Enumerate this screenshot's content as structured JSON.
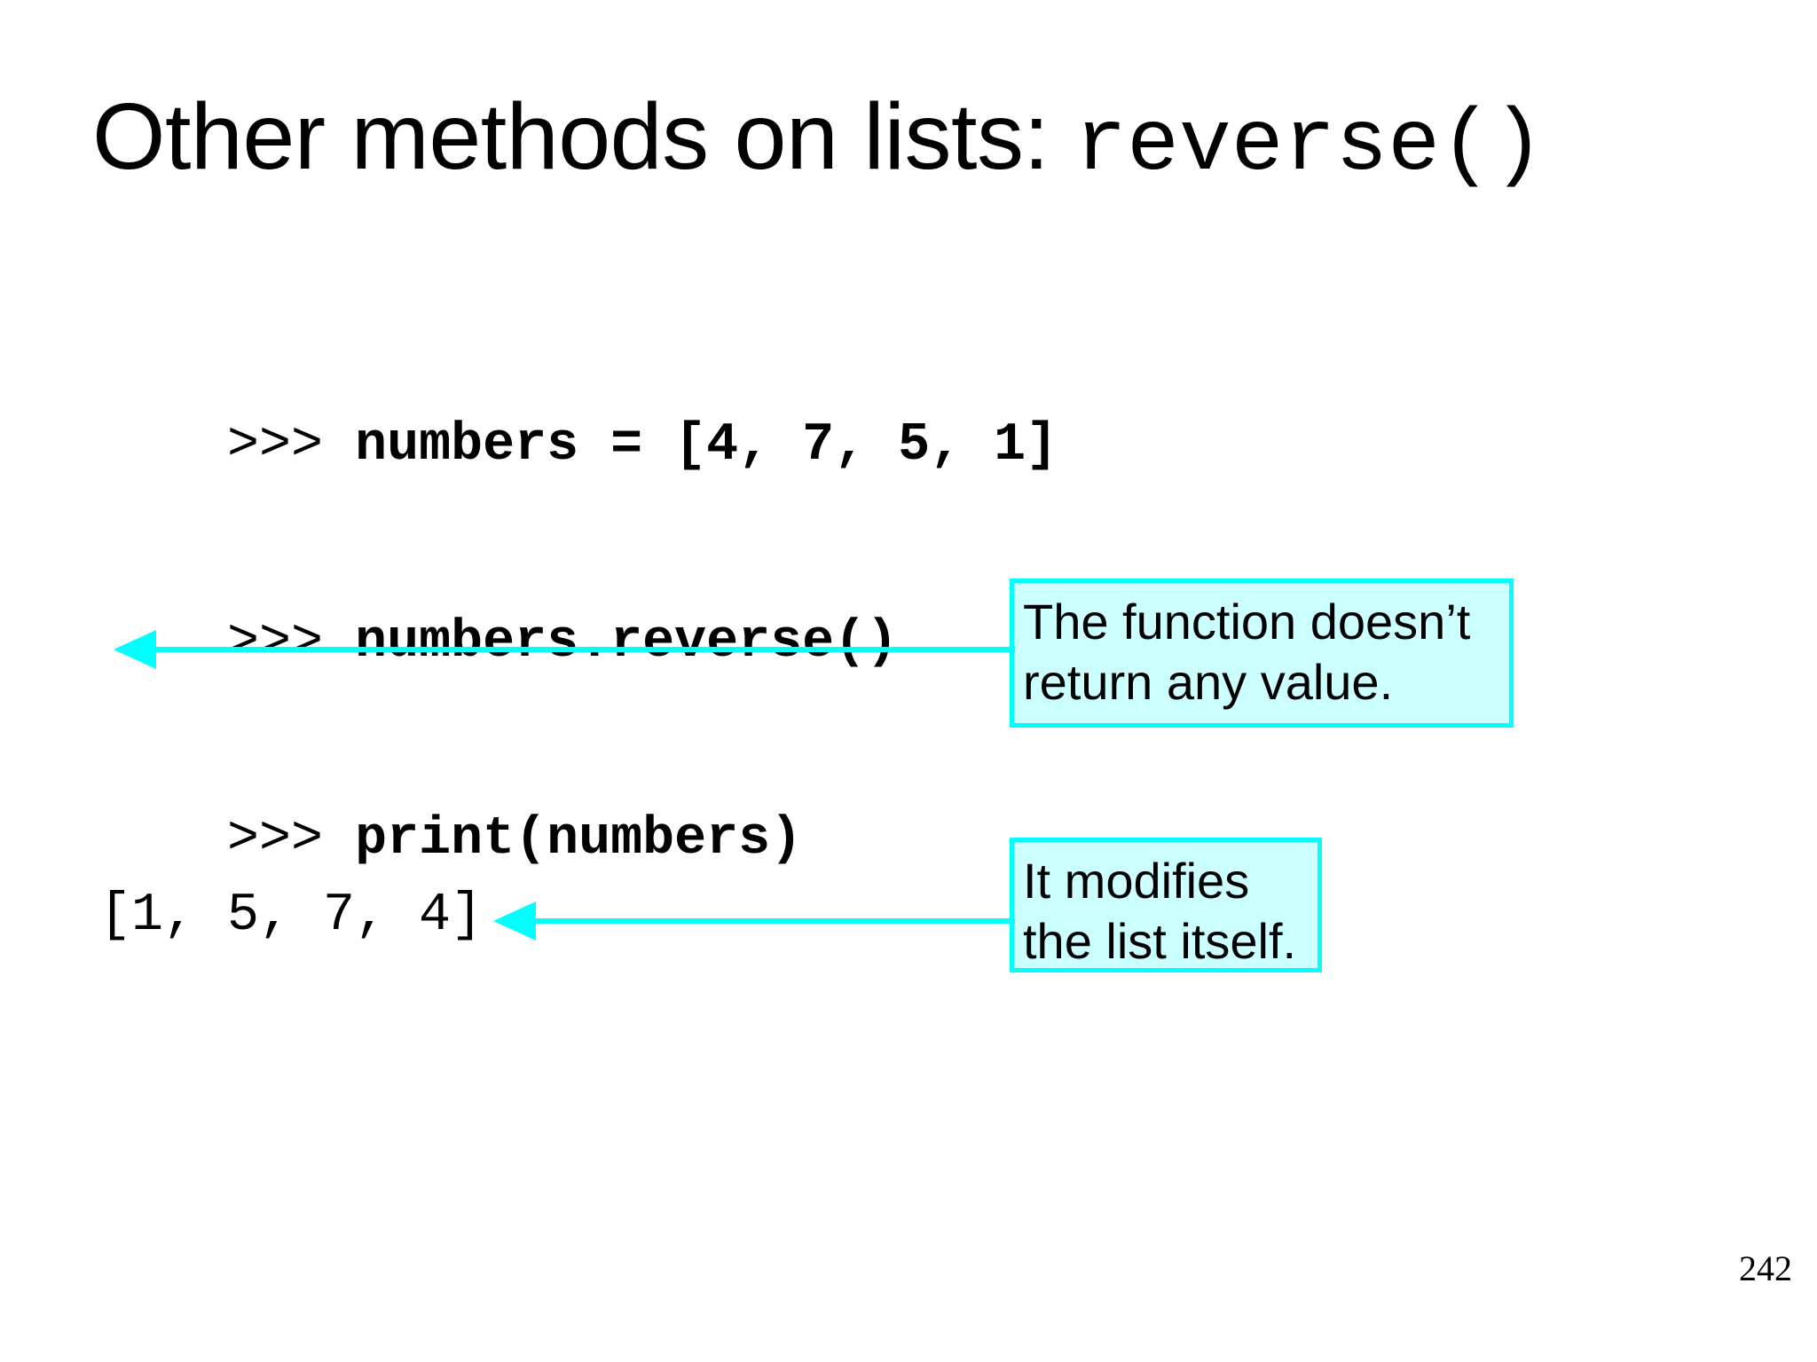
{
  "slide": {
    "title": {
      "text_plain": "Other methods on lists: ",
      "text_mono": "reverse()",
      "full": "Other methods on lists: reverse()"
    },
    "code": {
      "lines": [
        {
          "prompt": ">>> ",
          "statement": "numbers = [4, 7, 5, 1]"
        },
        {
          "prompt": ">>> ",
          "statement": "numbers.reverse()"
        },
        {
          "prompt": ">>> ",
          "statement": "print(numbers)"
        }
      ],
      "output": "[1, 5, 7, 4]"
    },
    "callouts": [
      {
        "id": "no-return",
        "text": "The function doesn’t\nreturn any value.",
        "fill": "#ccffff",
        "border": "#00ffff"
      },
      {
        "id": "modifies",
        "text": "It modifies\nthe list itself.",
        "fill": "#ccffff",
        "border": "#00ffff"
      }
    ],
    "arrows": [
      {
        "id": "arrow-no-return",
        "color": "#00ffff",
        "direction": "left"
      },
      {
        "id": "arrow-modifies",
        "color": "#00ffff",
        "direction": "left"
      }
    ],
    "page_number": "242",
    "background": "#ffffff",
    "text_color": "#000000"
  }
}
